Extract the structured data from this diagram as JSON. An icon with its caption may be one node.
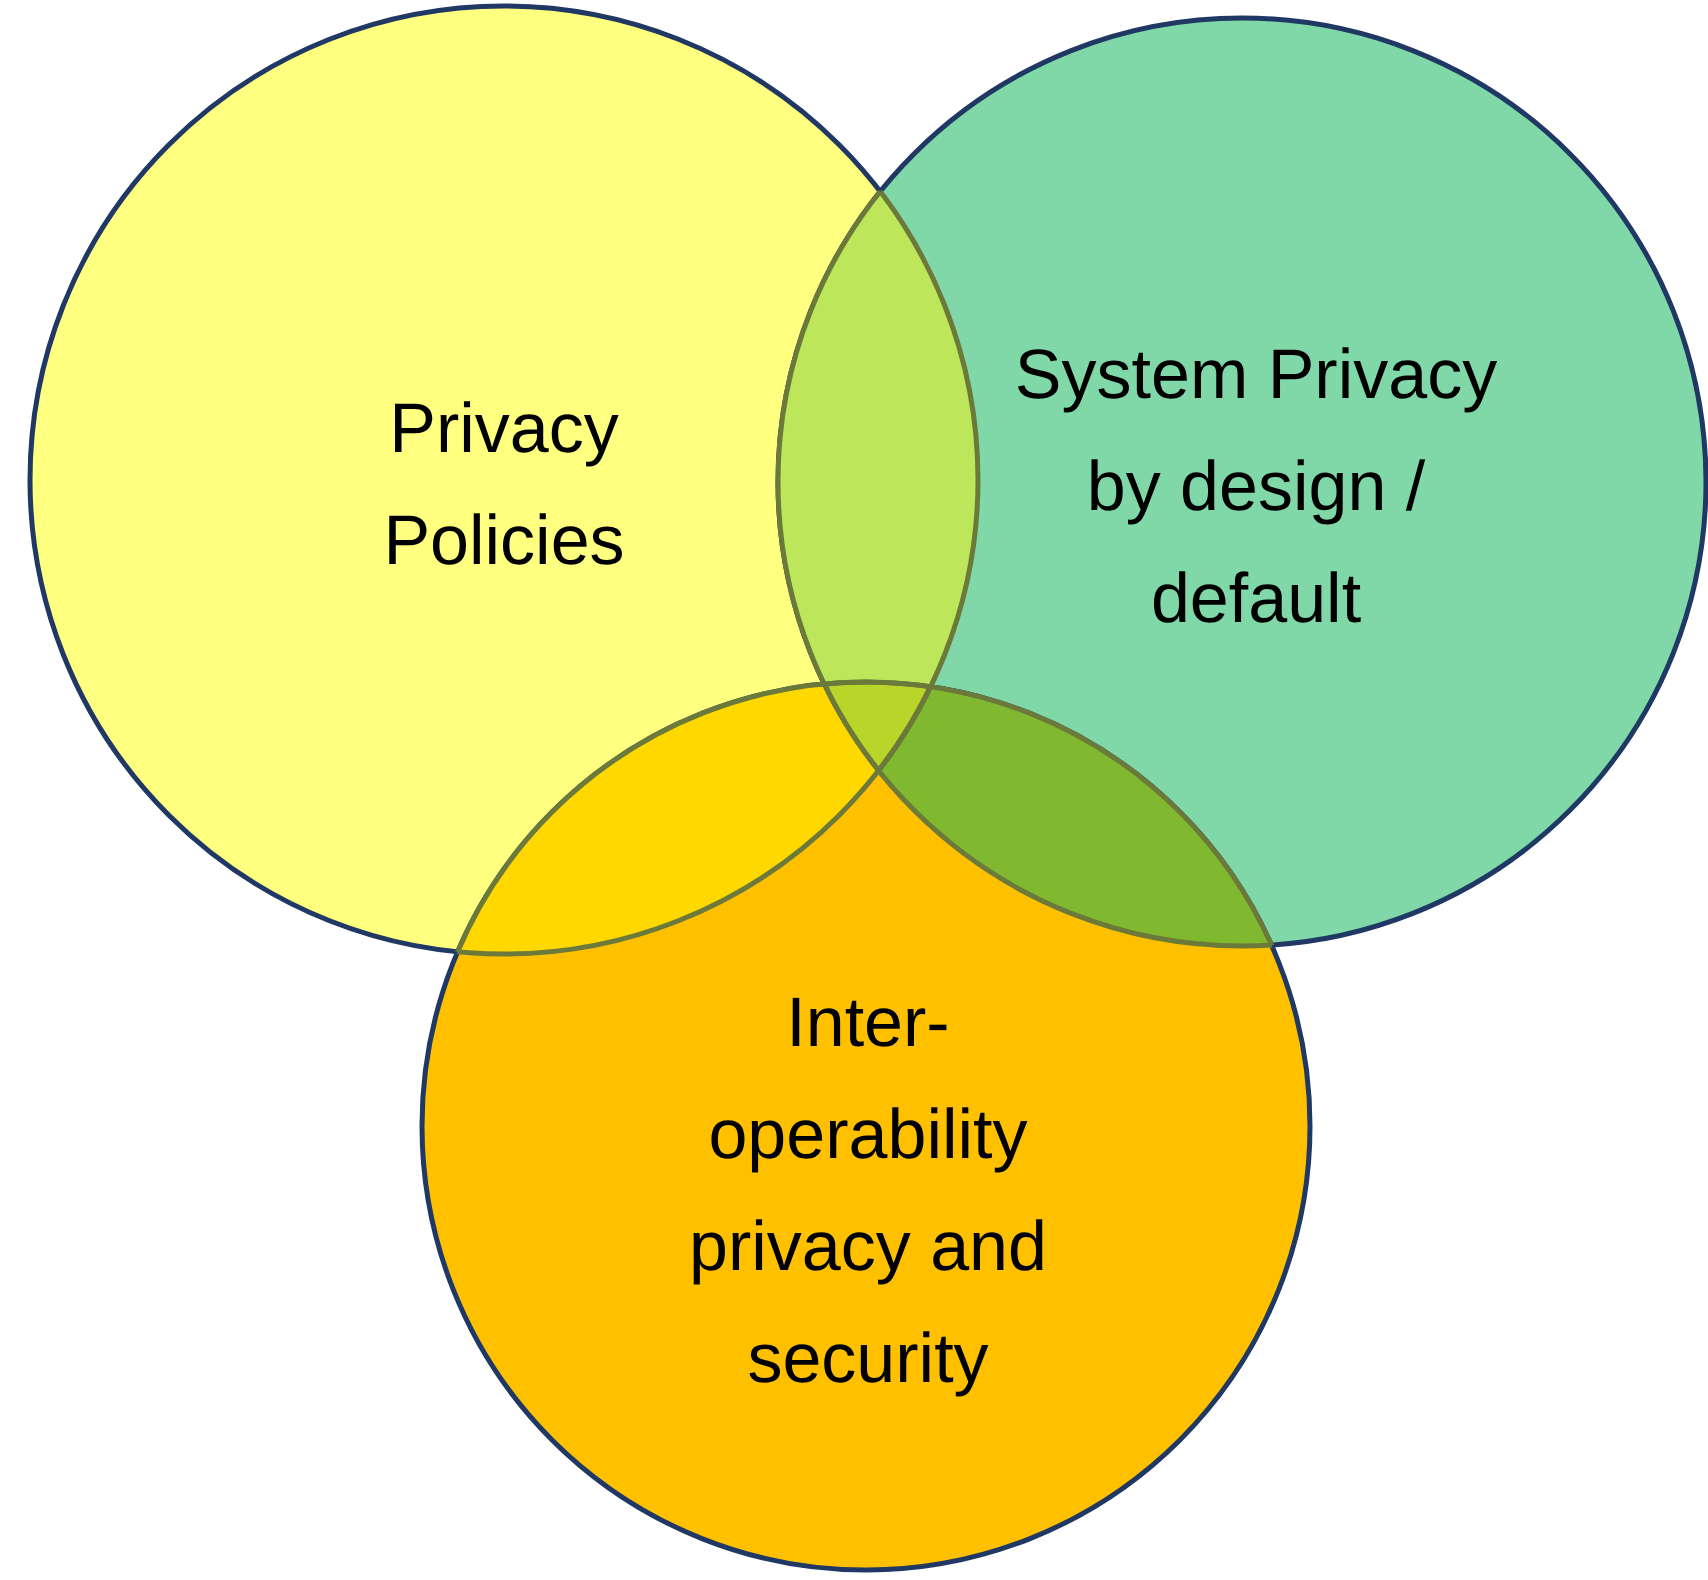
{
  "diagram": {
    "nodes": [
      {
        "text": [
          "Privacy Policies"
        ]
      },
      {
        "text": [
          "System Privacy by design / default"
        ]
      },
      {
        "text": [
          "Inter-operability privacy and security"
        ]
      }
    ]
  }
}
